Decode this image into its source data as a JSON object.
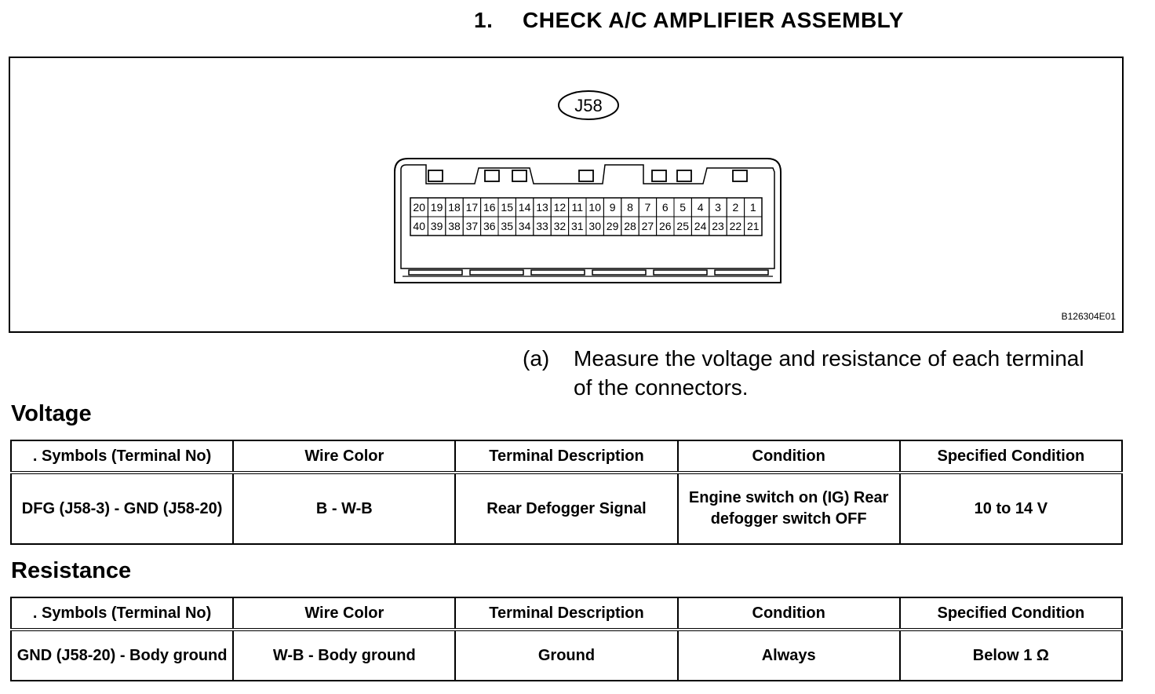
{
  "step": {
    "number": "1.",
    "title": "CHECK A/C AMPLIFIER ASSEMBLY"
  },
  "figure": {
    "connector_label": "J58",
    "figure_id": "B126304E01",
    "pins_top": [
      "20",
      "19",
      "18",
      "17",
      "16",
      "15",
      "14",
      "13",
      "12",
      "11",
      "10",
      "9",
      "8",
      "7",
      "6",
      "5",
      "4",
      "3",
      "2",
      "1"
    ],
    "pins_bottom": [
      "40",
      "39",
      "38",
      "37",
      "36",
      "35",
      "34",
      "33",
      "32",
      "31",
      "30",
      "29",
      "28",
      "27",
      "26",
      "25",
      "24",
      "23",
      "22",
      "21"
    ]
  },
  "instruction": {
    "label": "(a)",
    "text": "Measure the voltage and resistance of each terminal of the connectors."
  },
  "voltage": {
    "heading": "Voltage",
    "columns": [
      ". Symbols (Terminal No)",
      "Wire Color",
      "Terminal Description",
      "Condition",
      "Specified Condition"
    ],
    "rows": [
      {
        "symbols": "DFG (J58-3) - GND (J58-20)",
        "wire": "B - W-B",
        "desc": "Rear Defogger Signal",
        "condition": "Engine switch on (IG) Rear defogger switch OFF",
        "spec": "10 to 14 V"
      }
    ]
  },
  "resistance": {
    "heading": "Resistance",
    "columns": [
      ". Symbols (Terminal No)",
      "Wire Color",
      "Terminal Description",
      "Condition",
      "Specified Condition"
    ],
    "rows": [
      {
        "symbols": "GND (J58-20) - Body ground",
        "wire": "W-B - Body ground",
        "desc": "Ground",
        "condition": "Always",
        "spec": "Below 1 Ω"
      }
    ]
  }
}
